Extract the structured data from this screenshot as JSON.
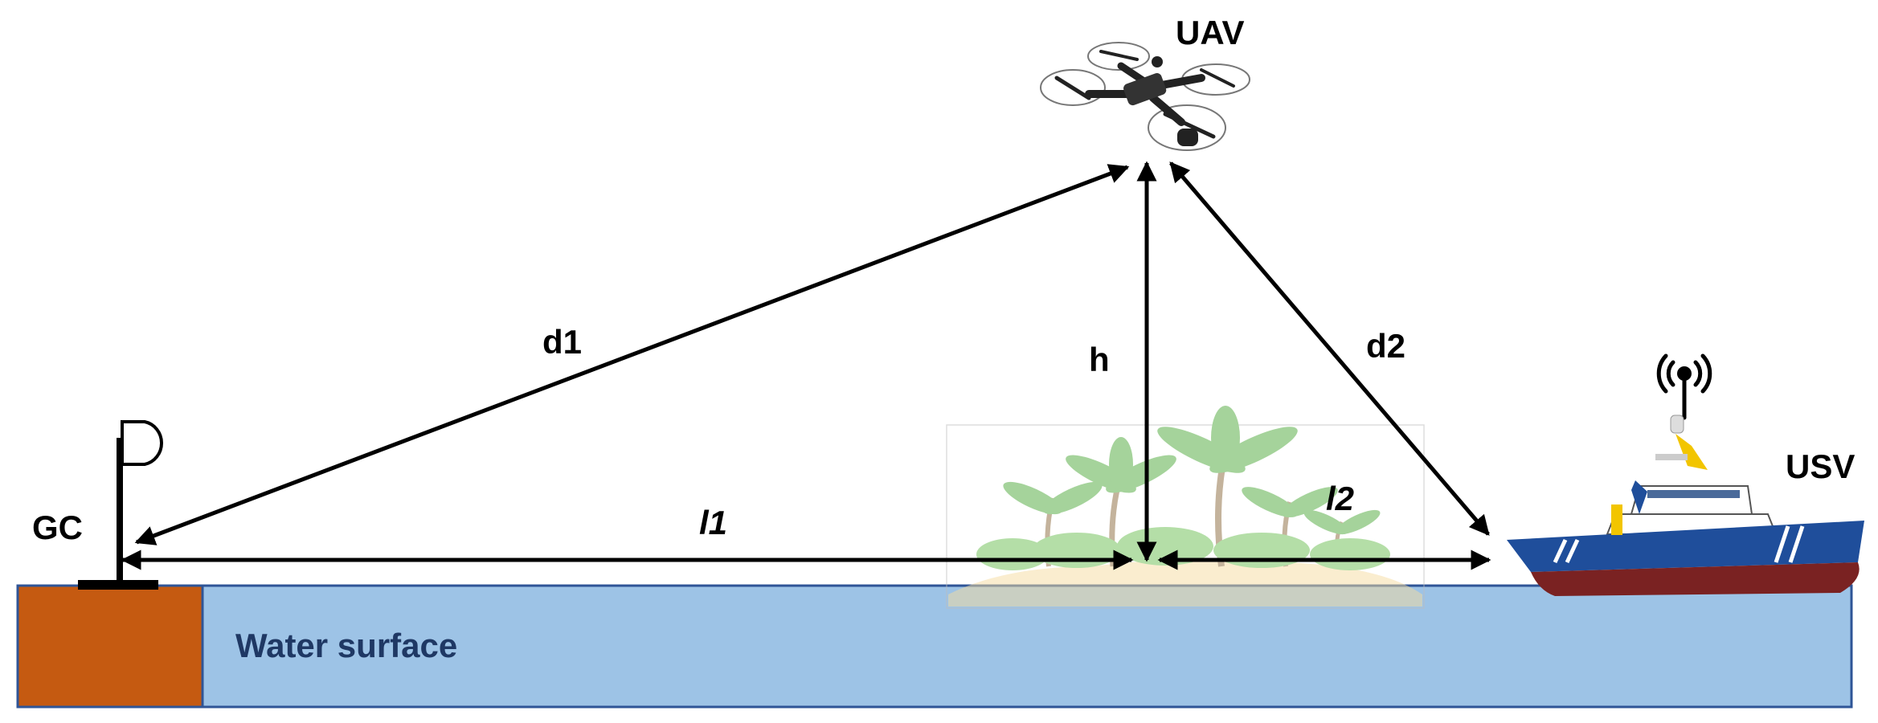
{
  "labels": {
    "uav": "UAV",
    "usv": "USV",
    "gc": "GC",
    "d1": "d1",
    "d2": "d2",
    "h": "h",
    "l1": "l1",
    "l2": "l2",
    "water": "Water surface"
  },
  "colors": {
    "water": "#9dc3e6",
    "water_border": "#2f5597",
    "ground": "#c55a11",
    "water_text": "#1f3864",
    "arrow": "#000000",
    "hull_blue": "#1f4e9b",
    "hull_red": "#7a2222",
    "superstructure": "#ffffff",
    "mast_yellow": "#f2c500",
    "palm_green": "#7cc36a",
    "sand": "#f6dca0"
  },
  "icons": {
    "uav": "quadcopter-drone-icon",
    "usv": "unmanned-surface-vessel-ship-icon",
    "gc": "ground-control-antenna-icon",
    "island": "palm-island-icon",
    "signal": "wireless-antenna-icon"
  }
}
